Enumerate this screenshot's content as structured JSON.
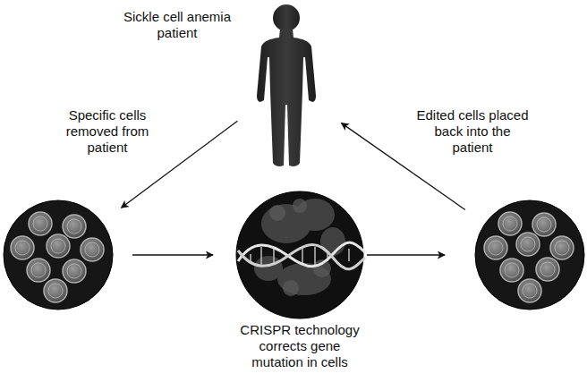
{
  "diagram": {
    "nodes": [
      {
        "text": [
          "Sickle cell anemia patient"
        ]
      },
      {
        "text": []
      },
      {
        "text": [
          "CRISPR technology corrects gene mutation in cells"
        ]
      },
      {
        "text": []
      }
    ],
    "edges": [
      {
        "from": 0,
        "to": 1,
        "arrow": "to",
        "label": "Specific cells removed from patient"
      },
      {
        "from": 1,
        "to": 2,
        "arrow": "to"
      },
      {
        "from": 2,
        "to": 3,
        "arrow": "to"
      },
      {
        "from": 3,
        "to": 0,
        "arrow": "to",
        "label": "Edited cells placed back into the patient"
      }
    ]
  }
}
